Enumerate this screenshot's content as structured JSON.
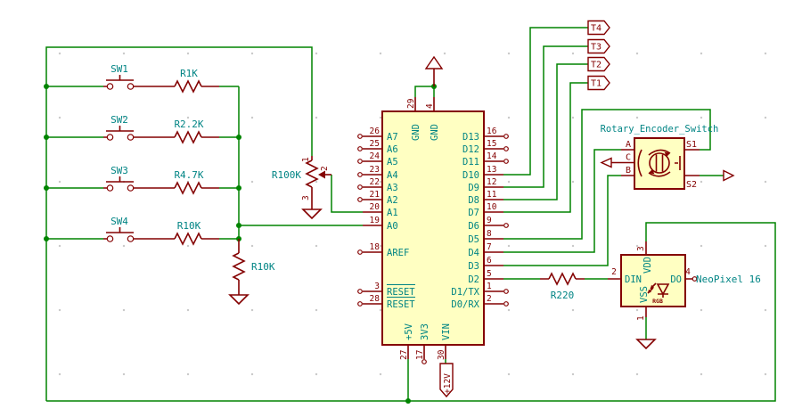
{
  "colors": {
    "wire": "#008400",
    "device_outline": "#840000",
    "field_text": "#008484",
    "symbol_fill": "#ffffc2",
    "background": "#ffffff",
    "grid_dot": "#c9c9c9"
  },
  "switch_bank": {
    "switches": [
      "SW1",
      "SW2",
      "SW3",
      "SW4"
    ],
    "resistors": [
      "R1K",
      "R2.2K",
      "R4.7K",
      "R10K"
    ],
    "pulldown": "R10K"
  },
  "potentiometer": {
    "ref": "R100K",
    "pin_top": "1",
    "pin_wiper": "2",
    "pin_bottom": "3"
  },
  "mcu": {
    "left_pins": [
      {
        "num": "26",
        "name": "A7"
      },
      {
        "num": "25",
        "name": "A6"
      },
      {
        "num": "24",
        "name": "A5"
      },
      {
        "num": "23",
        "name": "A4"
      },
      {
        "num": "22",
        "name": "A3"
      },
      {
        "num": "21",
        "name": "A2"
      },
      {
        "num": "20",
        "name": "A1"
      },
      {
        "num": "19",
        "name": "A0"
      },
      {
        "num": "18",
        "name": "AREF"
      },
      {
        "num": "3",
        "name": "RESET"
      },
      {
        "num": "28",
        "name": "RESET"
      }
    ],
    "right_pins": [
      {
        "num": "16",
        "name": "D13"
      },
      {
        "num": "15",
        "name": "D12"
      },
      {
        "num": "14",
        "name": "D11"
      },
      {
        "num": "13",
        "name": "D10"
      },
      {
        "num": "12",
        "name": "D9"
      },
      {
        "num": "11",
        "name": "D8"
      },
      {
        "num": "10",
        "name": "D7"
      },
      {
        "num": "9",
        "name": "D6"
      },
      {
        "num": "8",
        "name": "D5"
      },
      {
        "num": "7",
        "name": "D4"
      },
      {
        "num": "6",
        "name": "D3"
      },
      {
        "num": "5",
        "name": "D2"
      },
      {
        "num": "1",
        "name": "D1/TX"
      },
      {
        "num": "2",
        "name": "D0/RX"
      }
    ],
    "top_pins": [
      {
        "num": "29",
        "name": "GND"
      },
      {
        "num": "4",
        "name": "GND"
      }
    ],
    "bottom_pins": [
      {
        "num": "27",
        "name": "+5V"
      },
      {
        "num": "17",
        "name": "3V3"
      },
      {
        "num": "30",
        "name": "VIN"
      }
    ]
  },
  "series_resistor": {
    "ref": "R220"
  },
  "neopixel": {
    "label": "NeoPixel 16",
    "din": {
      "num": "2",
      "name": "DIN"
    },
    "dout": {
      "num": "4",
      "name": "DO"
    },
    "vdd": {
      "num": "3",
      "name": "VDD"
    },
    "vss": {
      "num": "1",
      "name": "VSS"
    },
    "led": "RGB"
  },
  "encoder": {
    "label": "Rotary_Encoder_Switch",
    "pin_a": "A",
    "pin_c": "C",
    "pin_b": "B",
    "pin_s1": "S1",
    "pin_s2": "S2"
  },
  "hier_labels": {
    "t4": "T4",
    "t3": "T3",
    "t2": "T2",
    "t1": "T1",
    "v12": "+12V"
  }
}
